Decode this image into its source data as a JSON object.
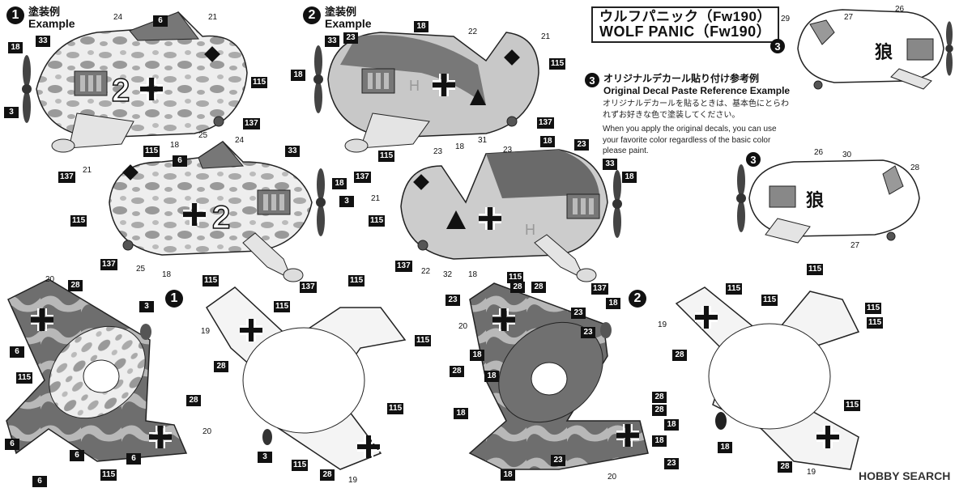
{
  "examples": {
    "ex1": {
      "num": "1",
      "jp": "塗装例",
      "en": "Example"
    },
    "ex2": {
      "num": "2",
      "jp": "塗装例",
      "en": "Example"
    }
  },
  "title": {
    "jp": "ウルフパニック（Fw190）",
    "en": "WOLF PANIC（Fw190）"
  },
  "reference": {
    "num": "3",
    "heading_jp": "オリジナルデカール貼り付け参考例",
    "heading_en": "Original Decal Paste Reference Example",
    "note_jp": "オリジナルデカールを貼るときは、基本色にとらわれずお好きな色で塗装してください。",
    "note_en": "When you apply the original decals, you can use your favorite color regardless of the basic color please paint."
  },
  "kanji": "狼",
  "bottom_markers": [
    "1",
    "2"
  ],
  "callouts": {
    "a": "18",
    "b": "33",
    "c": "24",
    "d": "6",
    "e": "21",
    "f": "115",
    "g": "3",
    "h": "25",
    "i": "137",
    "j": "23",
    "k": "22",
    "l": "31",
    "m": "29",
    "n": "27",
    "o": "26",
    "p": "30",
    "q": "28",
    "r": "32",
    "s": "20",
    "t": "19"
  },
  "watermark": "HOBBY SEARCH"
}
